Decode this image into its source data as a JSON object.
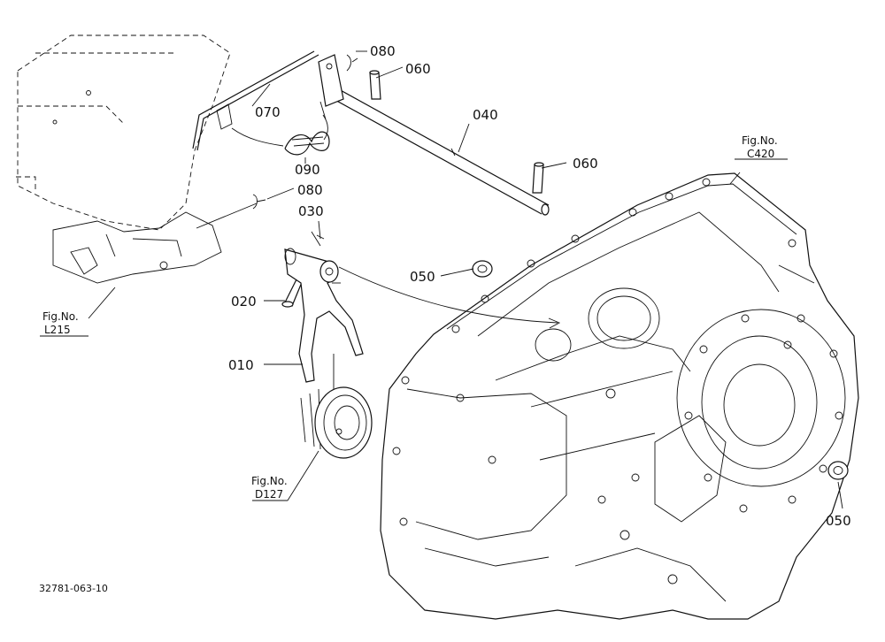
{
  "callouts": {
    "p080_top": "080",
    "p060_top": "060",
    "p070": "070",
    "p040": "040",
    "p090": "090",
    "p060_right": "060",
    "p080_mid": "080",
    "p030": "030",
    "p050_left": "050",
    "p020": "020",
    "p010": "010",
    "p050_right": "050"
  },
  "figure_refs": {
    "c420": {
      "label": "Fig.No.",
      "code": "C420"
    },
    "l215": {
      "label": "Fig.No.",
      "code": "L215"
    },
    "d127": {
      "label": "Fig.No.",
      "code": "D127"
    }
  },
  "document_number": "32781-063-10"
}
